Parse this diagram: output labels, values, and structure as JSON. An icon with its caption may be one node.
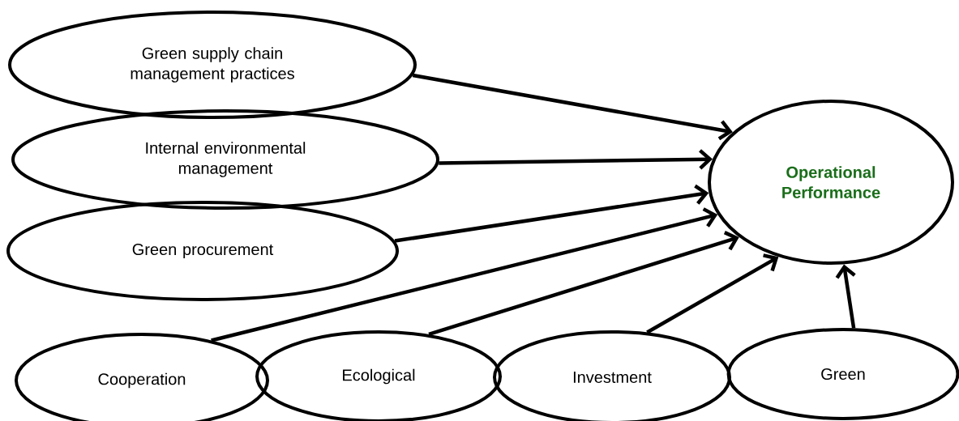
{
  "diagram": {
    "nodes": [
      {
        "text": [
          "Green supply chain management practices"
        ]
      },
      {
        "text": [
          "Internal environmental management"
        ]
      },
      {
        "text": [
          "Green procurement"
        ]
      },
      {
        "text": [
          "Operational Performance"
        ]
      },
      {
        "text": [
          "Cooperation"
        ]
      },
      {
        "text": [
          "Ecological"
        ]
      },
      {
        "text": [
          "Investment"
        ]
      },
      {
        "text": [
          "Green"
        ]
      }
    ],
    "edges": [
      {
        "from": 0,
        "to": 3,
        "arrow": "to"
      },
      {
        "from": 1,
        "to": 3,
        "arrow": "to"
      },
      {
        "from": 2,
        "to": 3,
        "arrow": "to"
      },
      {
        "from": 4,
        "to": 3,
        "arrow": "to"
      },
      {
        "from": 5,
        "to": 3,
        "arrow": "to"
      },
      {
        "from": 6,
        "to": 3,
        "arrow": "to"
      },
      {
        "from": 7,
        "to": 3,
        "arrow": "to"
      }
    ]
  }
}
